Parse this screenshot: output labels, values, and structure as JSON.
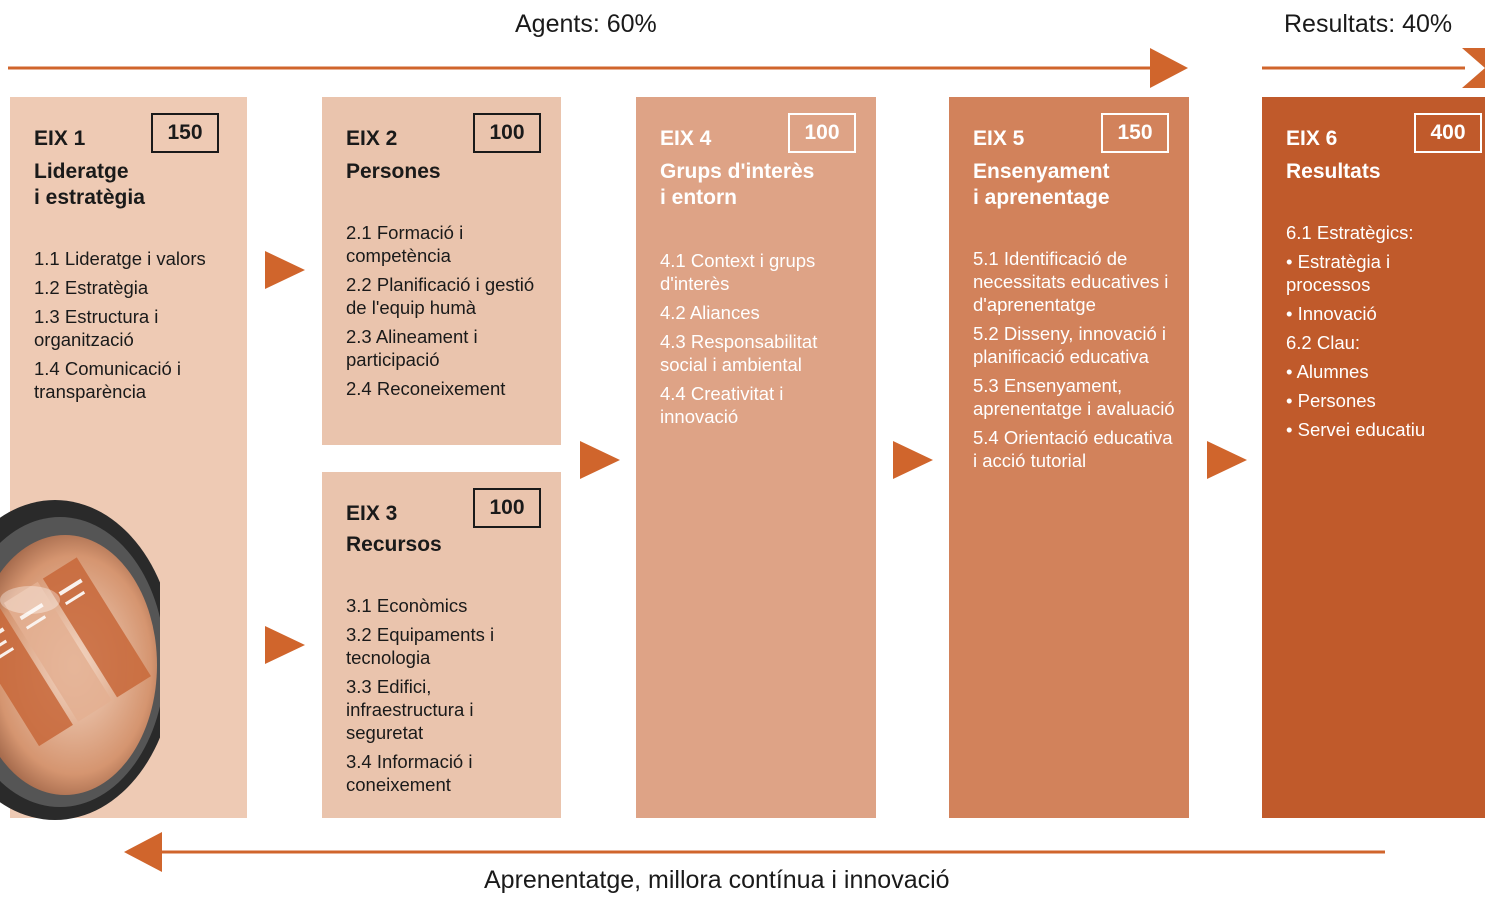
{
  "header": {
    "agents": "Agents: 60%",
    "results": "Resultats: 40%"
  },
  "footer": {
    "label": "Aprenentatge, millora contínua i innovació"
  },
  "colors": {
    "arrow": "#d0652c",
    "eix1": "#eecab4",
    "eix2_3": "#eac4ad",
    "eix4": "#dea386",
    "eix5": "#d2825b",
    "eix6": "#c05a2b"
  },
  "boxes": {
    "eix1": {
      "label": "EIX 1",
      "score": "150",
      "title": [
        "Lideratge",
        "i estratègia"
      ],
      "items": [
        "1.1 Lideratge i valors",
        "1.2 Estratègia",
        "1.3 Estructura i organització",
        "1.4 Comunicació i transparència"
      ]
    },
    "eix2": {
      "label": "EIX 2",
      "score": "100",
      "title": [
        "Persones"
      ],
      "items": [
        "2.1 Formació i competència",
        "2.2 Planificació i gestió de l'equip humà",
        "2.3 Alineament i participació",
        "2.4 Reconeixement"
      ]
    },
    "eix3": {
      "label": "EIX 3",
      "score": "100",
      "title": [
        "Recursos"
      ],
      "items": [
        "3.1 Econòmics",
        "3.2 Equipaments i tecnologia",
        "3.3 Edifici, infraestructura i seguretat",
        "3.4 Informació i coneixement"
      ]
    },
    "eix4": {
      "label": "EIX 4",
      "score": "100",
      "title": [
        "Grups d'interès",
        "i entorn"
      ],
      "items": [
        "4.1 Context i grups d'interès",
        "4.2 Aliances",
        "4.3 Responsabilitat social i ambiental",
        "4.4 Creativitat i innovació"
      ]
    },
    "eix5": {
      "label": "EIX 5",
      "score": "150",
      "title": [
        "Ensenyament",
        "i aprenentage"
      ],
      "items": [
        "5.1 Identificació de necessitats educatives i d'aprenentatge",
        "5.2 Disseny, innovació i planificació educativa",
        "5.3 Ensenyament, aprenentatge i avaluació",
        "5.4 Orientació educativa i acció tutorial"
      ]
    },
    "eix6": {
      "label": "EIX 6",
      "score": "400",
      "title": [
        "Resultats"
      ],
      "items": [
        "6.1 Estratègics:",
        "• Estratègia i processos",
        "• Innovació",
        "6.2 Clau:",
        "• Alumnes",
        "• Persones",
        "• Servei educatiu"
      ]
    }
  }
}
